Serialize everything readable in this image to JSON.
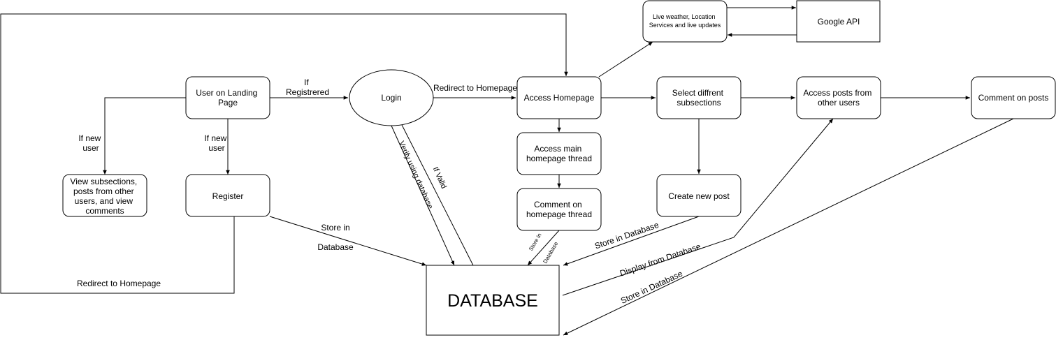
{
  "nodes": {
    "landing": [
      "User on Landing",
      "Page"
    ],
    "login": [
      "Login"
    ],
    "access_homepage": [
      "Access Homepage"
    ],
    "weather": [
      "Live weather, Location",
      "Services and live updates"
    ],
    "google": [
      "Google API"
    ],
    "view_subsections": [
      "View subsections,",
      "posts from other",
      "users, and view",
      "comments"
    ],
    "register": [
      "Register"
    ],
    "main_thread": [
      "Access main",
      "homepage thread"
    ],
    "comment_thread": [
      "Comment on",
      "homepage thread"
    ],
    "select_sub": [
      "Select diffrent",
      "subsections"
    ],
    "create_post": [
      "Create new post"
    ],
    "access_posts": [
      "Access posts from",
      "other users"
    ],
    "comment_posts": [
      "Comment on posts"
    ],
    "database": [
      "DATABASE"
    ]
  },
  "edge_labels": {
    "if_registered": [
      "If",
      "Registrered"
    ],
    "redirect_homepage_1": [
      "Redirect to Homepage"
    ],
    "if_new_user_left": [
      "If new",
      "user"
    ],
    "if_new_user_mid": [
      "If new",
      "user"
    ],
    "store_in_database_reg": [
      "Store in",
      "Database"
    ],
    "redirect_homepage_2": [
      "Redirect to Homepage"
    ],
    "verify": [
      "Verify using database"
    ],
    "if_valid": [
      "If Valid"
    ],
    "store_small": [
      "Store in",
      "Database"
    ],
    "store_create": [
      "Store in Database"
    ],
    "display_from_db": [
      "Display from Database"
    ],
    "store_comment": [
      "Store in Database"
    ]
  }
}
